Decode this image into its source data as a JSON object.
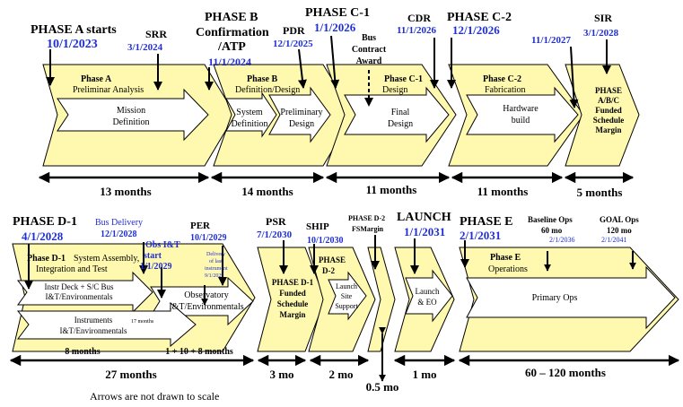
{
  "top": {
    "phase_a": "PHASE A starts",
    "phase_a_date": "10/1/2023",
    "srr": "SRR",
    "srr_date": "3/1/2024",
    "phase_b_1": "PHASE B",
    "phase_b_2": "Confirmation",
    "phase_b_3": "/ATP",
    "phase_b_date": "11/1/2024",
    "pdr": "PDR",
    "pdr_date": "12/1/2025",
    "phase_c1": "PHASE C-1",
    "phase_c1_date": "1/1/2026",
    "bus_1": "Bus",
    "bus_2": "Contract",
    "bus_3": "Award",
    "cdr": "CDR",
    "cdr_date": "11/1/2026",
    "phase_c2": "PHASE C-2",
    "phase_c2_date": "12/1/2026",
    "c2_end_date": "11/1/2027",
    "sir": "SIR",
    "sir_date": "3/1/2028"
  },
  "top_arrows": {
    "a_title": "Phase A",
    "a_sub": "Preliminar Analysis",
    "a_inner_1": "Mission",
    "a_inner_2": "Definition",
    "b_title": "Phase B",
    "b_sub": "Definition/Design",
    "b_inner1_1": "System",
    "b_inner1_2": "Definition",
    "b_inner2_1": "Preliminary",
    "b_inner2_2": "Design",
    "c1_title": "Phase C-1",
    "c1_sub": "Design",
    "c1_inner_1": "Final",
    "c1_inner_2": "Design",
    "c2_title": "Phase C-2",
    "c2_sub": "Fabrication",
    "c2_inner_1": "Hardware",
    "c2_inner_2": "build",
    "margin_1": "PHASE",
    "margin_2": "A/B/C",
    "margin_3": "Funded",
    "margin_4": "Schedule",
    "margin_5": "Margin"
  },
  "top_durations": {
    "d1": "13 months",
    "d2": "14 months",
    "d3": "11 months",
    "d4": "11 months",
    "d5": "5 months"
  },
  "bottom": {
    "phase_d1": "PHASE D-1",
    "phase_d1_date": "4/1/2028",
    "bus_delivery": "Bus Delivery",
    "bus_delivery_date": "12/1/2028",
    "obs_1": "Obs I&T",
    "obs_2": "start",
    "obs_date": "1/1/2029",
    "delivery_1": "Delivery",
    "delivery_2": "of last",
    "delivery_3": "instrument",
    "delivery_date": "9/1/2029",
    "per": "PER",
    "per_date": "10/1/2029",
    "psr": "PSR",
    "psr_date": "7/1/2030",
    "ship": "SHIP",
    "ship_date": "10/1/2030",
    "phase_d2_top": "PHASE D-2",
    "fs_margin": "FSMargin",
    "launch": "LAUNCH",
    "launch_date": "1/1/2031",
    "phase_e": "PHASE E",
    "phase_e_date": "2/1/2031",
    "baseline_1": "Baseline Ops",
    "baseline_2": "60 mo",
    "baseline_date": "2/1/2036",
    "goal_1": "GOAL Ops",
    "goal_2": "120 mo",
    "goal_date": "2/1/2041"
  },
  "bottom_arrows": {
    "d1_title": "Phase D-1",
    "d1_sub_1": "System Assembly,",
    "d1_sub_2": "Integration and Test",
    "instr_1": "Instr Deck + S/C Bus",
    "instr_2": "I&T/Environmentals",
    "obs_1": "Observatory",
    "obs_2": "I&T/Environmentals",
    "instruments_1": "Instruments",
    "instruments_17": "17 months",
    "instruments_2": "I&T/Environmentals",
    "d1m_1": "PHASE D-1",
    "d1m_2": "Funded",
    "d1m_3": "Schedule",
    "d1m_4": "Margin",
    "d2_1": "PHASE",
    "d2_2": "D-2",
    "launch_site_1": "Launch",
    "launch_site_2": "Site",
    "launch_site_3": "Support",
    "launch_eo_1": "Launch",
    "launch_eo_2": "& EO",
    "e_title": "Phase E",
    "e_sub": "Operations",
    "primary_ops": "Primary Ops"
  },
  "bottom_durations": {
    "m8": "8 months",
    "m_sum": "1 + 10 + 8 months",
    "m27": "27 months",
    "m3": "3 mo",
    "m2": "2 mo",
    "m05": "0.5 mo",
    "m1": "1 mo",
    "m60": "60 – 120 months"
  },
  "footnote": "Arrows are not drawn to scale"
}
